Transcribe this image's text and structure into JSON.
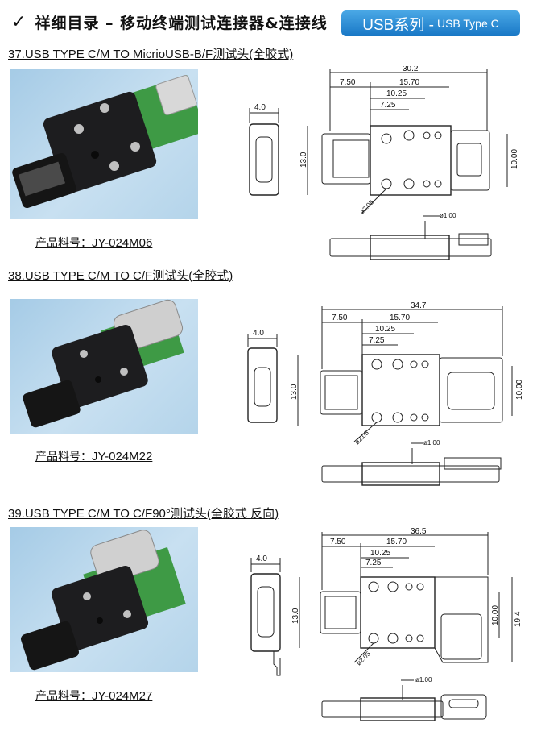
{
  "header": {
    "check": "✓",
    "title": "祥细目录 – 移动终端测试连接器&连接线",
    "badge_main": "USB系列 -",
    "badge_sub": "USB Type C"
  },
  "part_label": "产品料号：",
  "products": [
    {
      "title": "37.USB TYPE C/M TO MicrioUSB-B/F测试头(全胶式)",
      "part_no": "JY-024M06",
      "dims": {
        "total": "30.2",
        "d750": "7.50",
        "d1570": "15.70",
        "d1025": "10.25",
        "d725": "7.25",
        "side": "4.0",
        "height": "13.0",
        "height2": "10.00",
        "hole": "ø2.05",
        "pin": "ø1.00"
      }
    },
    {
      "title": "38.USB TYPE C/M TO C/F测试头(全胶式)",
      "part_no": "JY-024M22",
      "dims": {
        "total": "34.7",
        "d750": "7.50",
        "d1570": "15.70",
        "d1025": "10.25",
        "d725": "7.25",
        "side": "4.0",
        "height": "13.0",
        "height2": "10.00",
        "hole": "ø2.05",
        "pin": "ø1.00"
      }
    },
    {
      "title": "39.USB TYPE C/M TO C/F90°测试头(全胶式 反向)",
      "part_no": "JY-024M27",
      "dims": {
        "total": "36.5",
        "d750": "7.50",
        "d1570": "15.70",
        "d1025": "10.25",
        "d725": "7.25",
        "side": "4.0",
        "height": "13.0",
        "height2": "10.00",
        "height3": "19.4",
        "hole": "ø2.05",
        "pin": "ø1.00"
      }
    }
  ],
  "colors": {
    "badge": "#1e7fcc",
    "photo_bg": "#b8d8ee",
    "pcb": "#2f8f3a"
  }
}
